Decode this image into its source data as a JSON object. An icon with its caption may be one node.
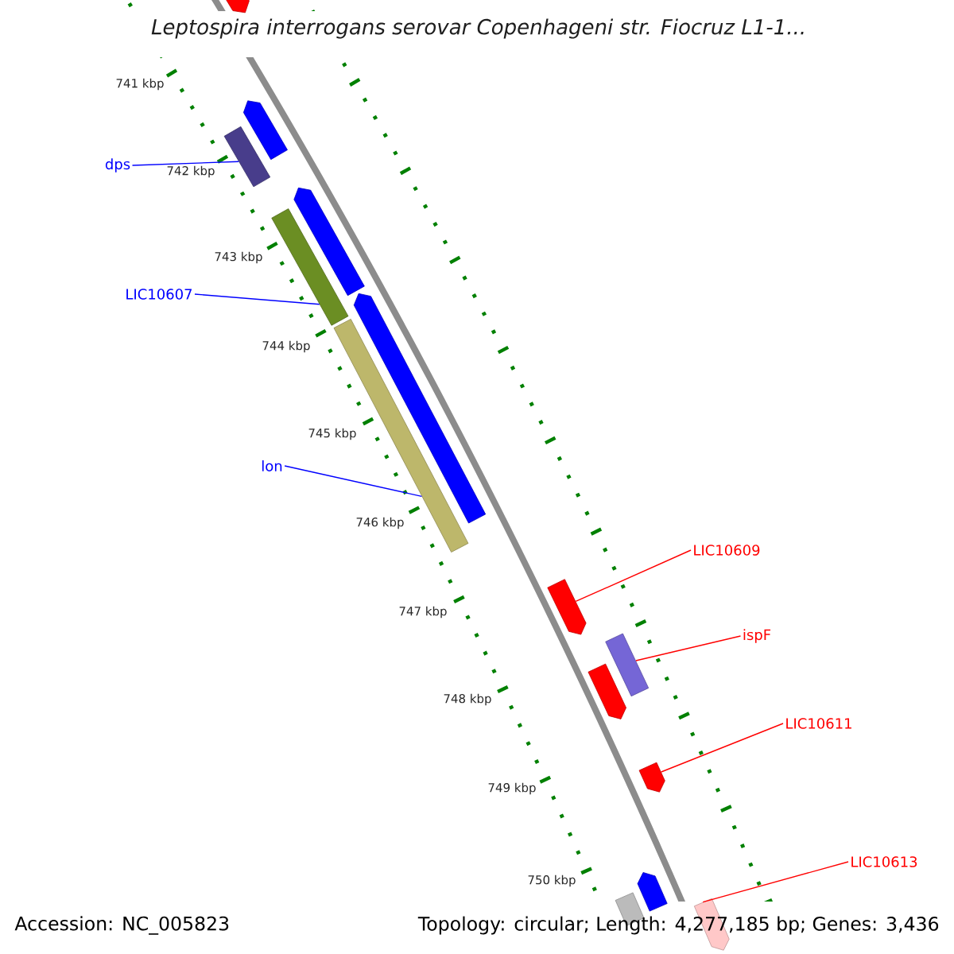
{
  "diagram": {
    "title": "Leptospira interrogans serovar Copenhageni str. Fiocruz L1-1...",
    "nodes": [
      {
        "text": [
          "dps"
        ]
      },
      {
        "text": [],
        "shape": "bar"
      },
      {
        "text": [
          "LIC10607"
        ]
      },
      {
        "text": [],
        "shape": "bar"
      },
      {
        "text": [
          "lon"
        ]
      },
      {
        "text": [],
        "shape": "bar"
      },
      {
        "text": [
          "LIC10609"
        ]
      },
      {
        "text": [],
        "shape": "arrow"
      },
      {
        "text": [
          "ispF"
        ]
      },
      {
        "text": [],
        "shape": "bar"
      },
      {
        "text": [
          "LIC10611"
        ]
      },
      {
        "text": [],
        "shape": "arrow"
      },
      {
        "text": [
          "LIC10613"
        ]
      },
      {
        "text": [],
        "shape": "arrow"
      },
      {
        "text": [],
        "shape": "arrow"
      },
      {
        "text": [],
        "shape": "arrow"
      },
      {
        "text": [],
        "shape": "arrow"
      },
      {
        "text": [],
        "shape": "arrow"
      },
      {
        "text": [],
        "shape": "arrow"
      },
      {
        "text": [],
        "shape": "bar"
      },
      {
        "text": [],
        "shape": "arrow"
      }
    ],
    "edges": [
      {
        "from": 0,
        "to": 1,
        "arrow": "none",
        "color": "#0000ff"
      },
      {
        "from": 2,
        "to": 3,
        "arrow": "none",
        "color": "#0000ff"
      },
      {
        "from": 4,
        "to": 5,
        "arrow": "none",
        "color": "#0000ff"
      },
      {
        "from": 6,
        "to": 7,
        "arrow": "none"
      },
      {
        "from": 8,
        "to": 9,
        "arrow": "none"
      },
      {
        "from": 10,
        "to": 11,
        "arrow": "none"
      },
      {
        "from": 12,
        "to": 13,
        "arrow": "none"
      }
    ],
    "labels": [
      "741 kbp",
      "742 kbp",
      "743 kbp",
      "744 kbp",
      "745 kbp",
      "746 kbp",
      "747 kbp",
      "748 kbp",
      "749 kbp",
      "750 kbp",
      "Accession: NC_005823",
      "Topology: circular; Length: 4,277,185 bp; Genes: 3,436"
    ]
  }
}
